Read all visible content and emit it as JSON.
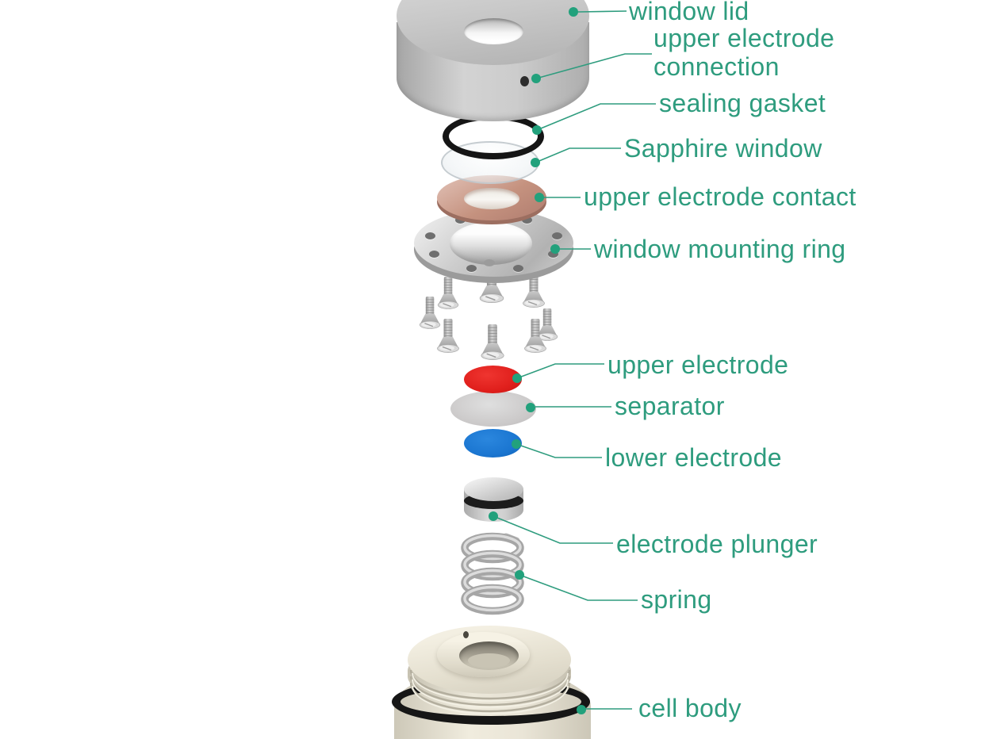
{
  "diagram": {
    "parts": [
      {
        "id": "window-lid",
        "label": "window lid",
        "color": "#c6c6c6"
      },
      {
        "id": "upper-electrode-connection",
        "label": "upper electrode connection",
        "label_line1": "upper electrode",
        "label_line2": "connection"
      },
      {
        "id": "sealing-gasket",
        "label": "sealing gasket",
        "color": "#151515"
      },
      {
        "id": "sapphire-window",
        "label": "Sapphire window",
        "color": "#eef2f4"
      },
      {
        "id": "upper-electrode-contact",
        "label": "upper electrode contact",
        "color": "#c5927f"
      },
      {
        "id": "window-mounting-ring",
        "label": "window mounting ring",
        "color": "#c9c9c9"
      },
      {
        "id": "upper-electrode",
        "label": "upper electrode",
        "color": "#e01f1c"
      },
      {
        "id": "separator",
        "label": "separator",
        "color": "#cbc9c9"
      },
      {
        "id": "lower-electrode",
        "label": "lower electrode",
        "color": "#1b76d1"
      },
      {
        "id": "electrode-plunger",
        "label": "electrode plunger",
        "color": "#c6c6c6"
      },
      {
        "id": "spring",
        "label": "spring",
        "color": "#c0c0c0"
      },
      {
        "id": "cell-body",
        "label": "cell body",
        "color": "#e7e2d3"
      }
    ],
    "screw_count": 8,
    "bolt_hole_count": 8,
    "spring_coils": 4
  },
  "colors": {
    "background": "#ffffff",
    "label_text": "#2e9c7e",
    "leader_line": "#2e9c7e",
    "anchor_dot": "#22a17c",
    "upper_electrode_red": "#e01f1c",
    "lower_electrode_blue": "#1b76d1",
    "copper_contact": "#c5927f",
    "gasket_black": "#151515",
    "cell_body_cream": "#e7e2d3",
    "metal_gray": "#c6c6c6"
  }
}
